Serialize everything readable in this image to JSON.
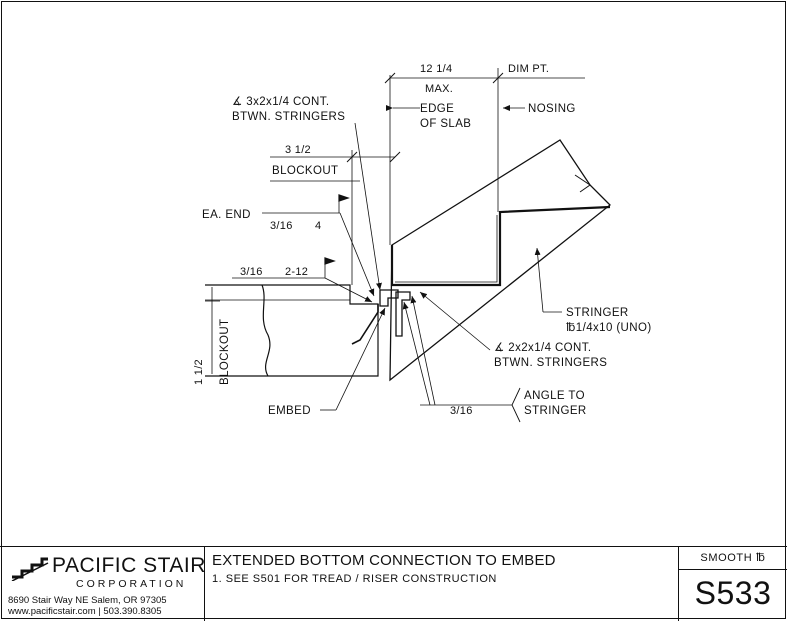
{
  "callouts": {
    "dim_12_14": "12 1/4",
    "dim_max": "MAX.",
    "dim_pt": "DIM PT.",
    "edge_l1": "EDGE",
    "edge_l2": "OF SLAB",
    "nosing": "NOSING",
    "angle_top_l1": "∡ 3x2x1/4 CONT.",
    "angle_top_l2": "BTWN. STRINGERS",
    "dim_3_12": "3 1/2",
    "blockout_top": "BLOCKOUT",
    "ea_end": "EA. END",
    "weld1": "3/16",
    "weld1_len": "4",
    "weld2": "3/16",
    "weld2_len": "2-12",
    "stringer_l1": "STRINGER",
    "stringer_l2": "℔1/4x10 (UNO)",
    "angle_bot_l1": "∡ 2x2x1/4 CONT.",
    "angle_bot_l2": "BTWN. STRINGERS",
    "dim_1_12": "1 1/2",
    "blockout_side": "BLOCKOUT",
    "embed": "EMBED",
    "weld3": "3/16",
    "angle_to_l1": "ANGLE TO",
    "angle_to_l2": "STRINGER"
  },
  "title_block": {
    "company": "PACIFIC STAIR",
    "company_sub": "CORPORATION",
    "address": "8690 Stair Way NE Salem, OR 97305",
    "contact": "www.pacificstair.com  |  503.390.8305",
    "title": "EXTENDED BOTTOM CONNECTION TO EMBED",
    "note": "1.  SEE S501 FOR TREAD / RISER CONSTRUCTION",
    "finish": "SMOOTH ℔",
    "sheet_number": "S533"
  }
}
